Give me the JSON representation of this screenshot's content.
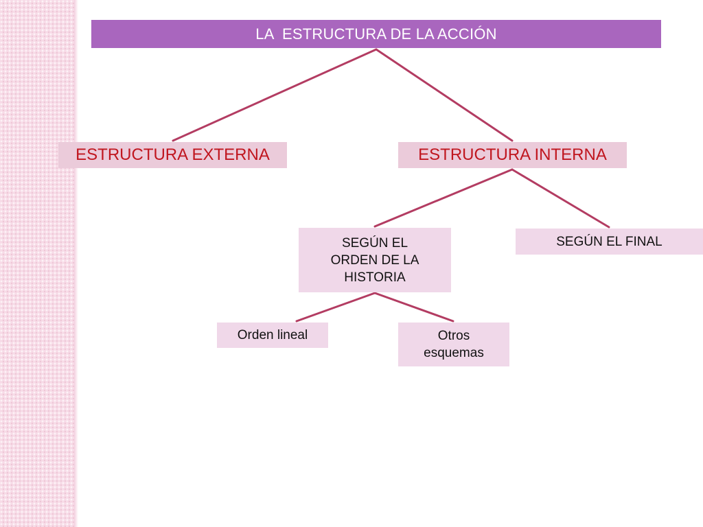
{
  "title": "LA  ESTRUCTURA DE LA ACCIÓN",
  "nodes": {
    "externa": "ESTRUCTURA EXTERNA",
    "interna": "ESTRUCTURA INTERNA",
    "orden_historia": "SEGÚN EL ORDEN DE LA HISTORIA",
    "final": "SEGÚN EL FINAL",
    "orden_lineal": "Orden lineal",
    "otros_esquemas": "Otros esquemas"
  },
  "colors": {
    "title_fill": "#a966be",
    "title_text": "#ffffff",
    "level1_fill": "#ebcbda",
    "level1_text": "#c0161f",
    "level2_fill": "#f0d8e9",
    "level2_text": "#111111",
    "connector": "#b33c62",
    "side_stripe": "#f7dbe7"
  }
}
